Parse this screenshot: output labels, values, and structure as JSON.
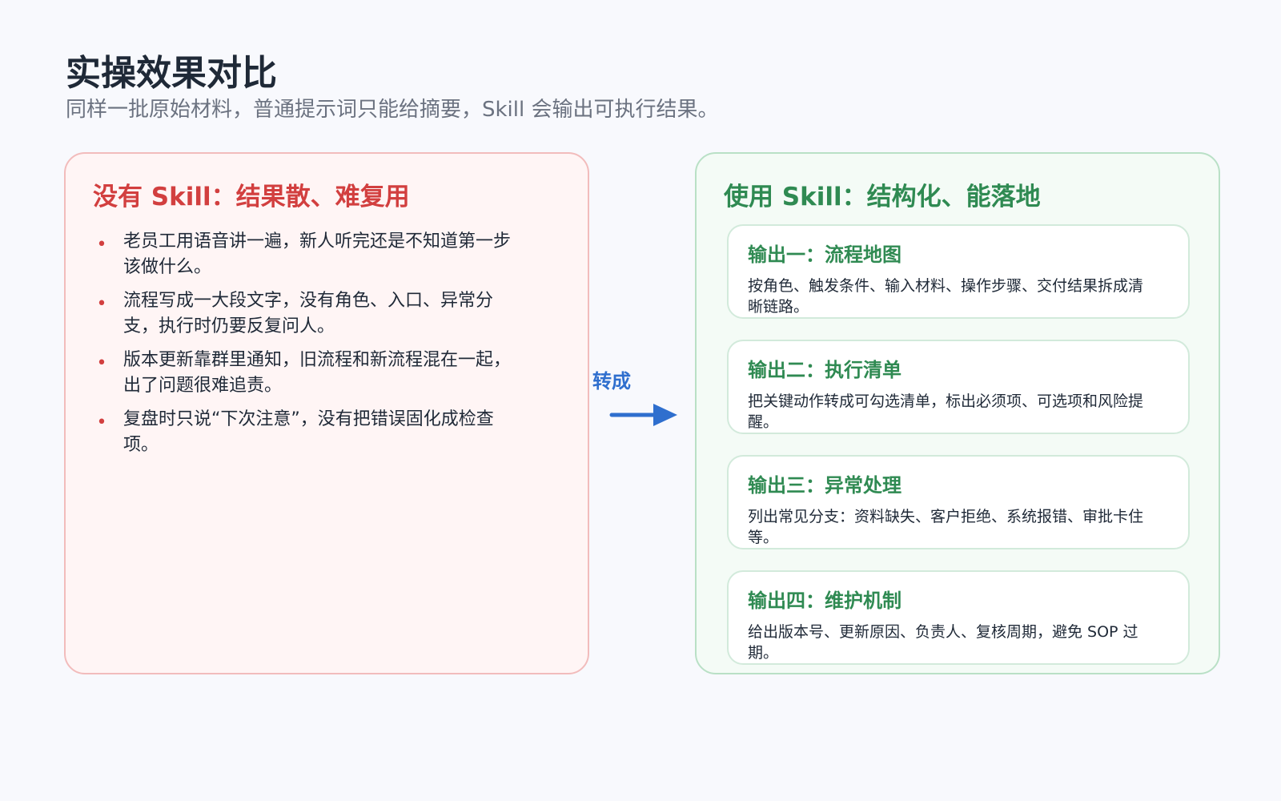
{
  "header": {
    "title": "实操效果对比",
    "subtitle": "同样一批原始材料，普通提示词只能给摘要，Skill 会输出可执行结果。"
  },
  "left_panel": {
    "title": "没有 Skill：结果散、难复用",
    "bullets": [
      "老员工用语音讲一遍，新人听完还是不知道第一步该做什么。",
      "流程写成一大段文字，没有角色、入口、异常分支，执行时仍要反复问人。",
      "版本更新靠群里通知，旧流程和新流程混在一起，出了问题很难追责。",
      "复盘时只说“下次注意”，没有把错误固化成检查项。"
    ],
    "bullet_marker": "•"
  },
  "arrow": {
    "label": "转成",
    "icon": "arrow-right-icon"
  },
  "right_panel": {
    "title": "使用 Skill：结构化、能落地",
    "cards": [
      {
        "title": "输出一：流程地图",
        "desc": "按角色、触发条件、输入材料、操作步骤、交付结果拆成清晰链路。"
      },
      {
        "title": "输出二：执行清单",
        "desc": "把关键动作转成可勾选清单，标出必须项、可选项和风险提醒。"
      },
      {
        "title": "输出三：异常处理",
        "desc": "列出常见分支：资料缺失、客户拒绝、系统报错、审批卡住等。"
      },
      {
        "title": "输出四：维护机制",
        "desc": "给出版本号、更新原因、负责人、复核周期，避免 SOP 过期。"
      }
    ]
  },
  "colors": {
    "negative_accent": "#d23f3f",
    "positive_accent": "#2f8a52",
    "arrow_blue": "#2f6fce"
  }
}
